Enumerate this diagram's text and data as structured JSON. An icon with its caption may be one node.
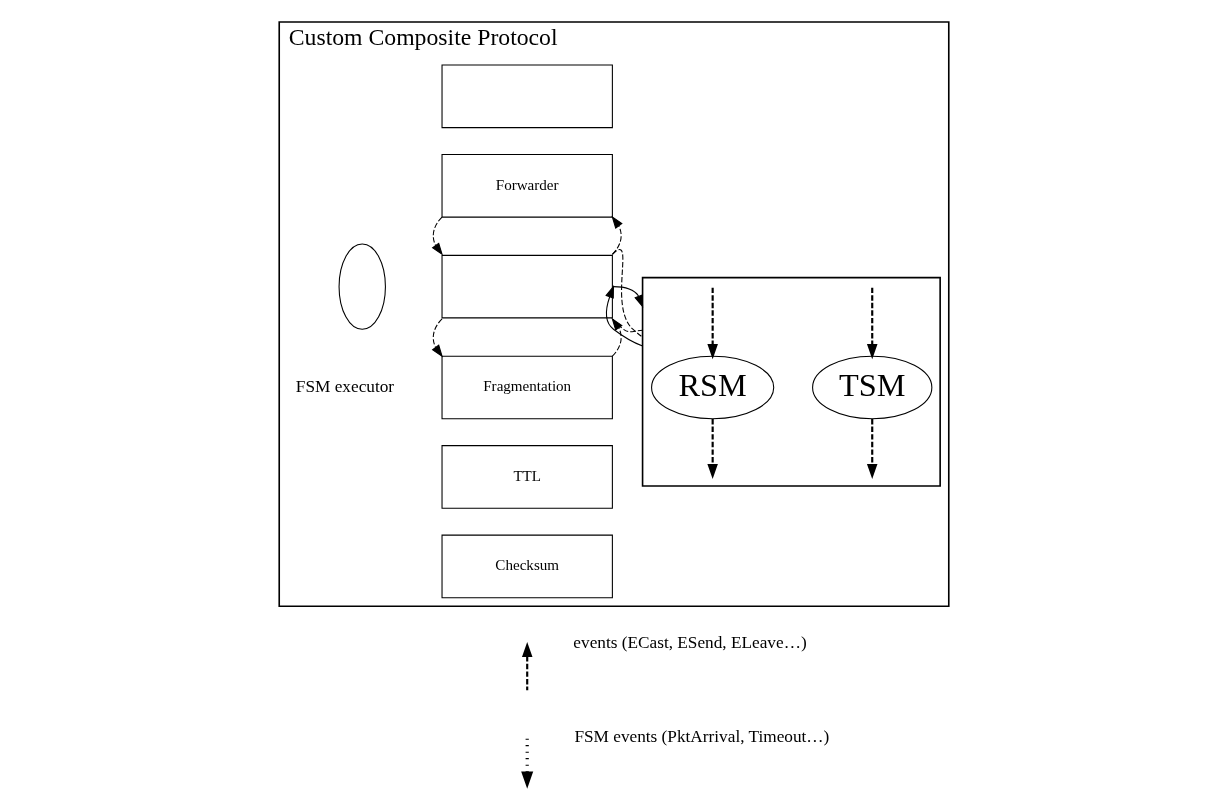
{
  "diagram": {
    "nodes": [
      {
        "text": [
          "Custom Composite Protocol"
        ]
      },
      {
        "text": [],
        "shape": "box",
        "in": 0
      },
      {
        "text": [
          "Forwarder"
        ],
        "in": 0
      },
      {
        "text": [],
        "shape": "box",
        "in": 0
      },
      {
        "text": [
          "Fragmentation"
        ],
        "in": 0
      },
      {
        "text": [
          "TTL"
        ],
        "in": 0
      },
      {
        "text": [
          "Checksum"
        ],
        "in": 0
      },
      {
        "text": [],
        "shape": "box",
        "in": 0
      },
      {
        "text": [
          "TSM"
        ],
        "in": 7
      },
      {
        "text": [
          "RSM"
        ],
        "in": 7
      },
      {
        "text": [],
        "shape": "ellipse",
        "in": 0,
        "beside": [
          "FSM executor"
        ]
      }
    ],
    "edges": [
      {
        "from": 2,
        "to": 3,
        "arrow": "to",
        "style": "dashed"
      },
      {
        "from": 3,
        "to": 2,
        "arrow": "to",
        "style": "dashed"
      },
      {
        "from": 3,
        "to": 4,
        "arrow": "to",
        "style": "dashed"
      },
      {
        "from": 4,
        "to": 3,
        "arrow": "to",
        "style": "dashed"
      },
      {
        "from": 3,
        "to": 7,
        "arrow": "none",
        "style": "dashed"
      },
      {
        "from": 3,
        "to": 7,
        "arrow": "none",
        "style": "dashed"
      },
      {
        "from": 3,
        "to": 7,
        "arrow": "to"
      },
      {
        "from": 7,
        "to": 3,
        "arrow": "to"
      },
      {
        "from": null,
        "to": 8,
        "arrow": "to",
        "style": "dashed"
      },
      {
        "from": 8,
        "to": null,
        "arrow": "to",
        "style": "dashed"
      },
      {
        "from": null,
        "to": 9,
        "arrow": "to",
        "style": "dashed"
      },
      {
        "from": 9,
        "to": null,
        "arrow": "to",
        "style": "dashed"
      }
    ],
    "legend": [
      {
        "text": "events (ECast, ESend, ELeave…)"
      },
      {
        "text": "FSM events (PktArrival, Timeout…)"
      }
    ]
  }
}
